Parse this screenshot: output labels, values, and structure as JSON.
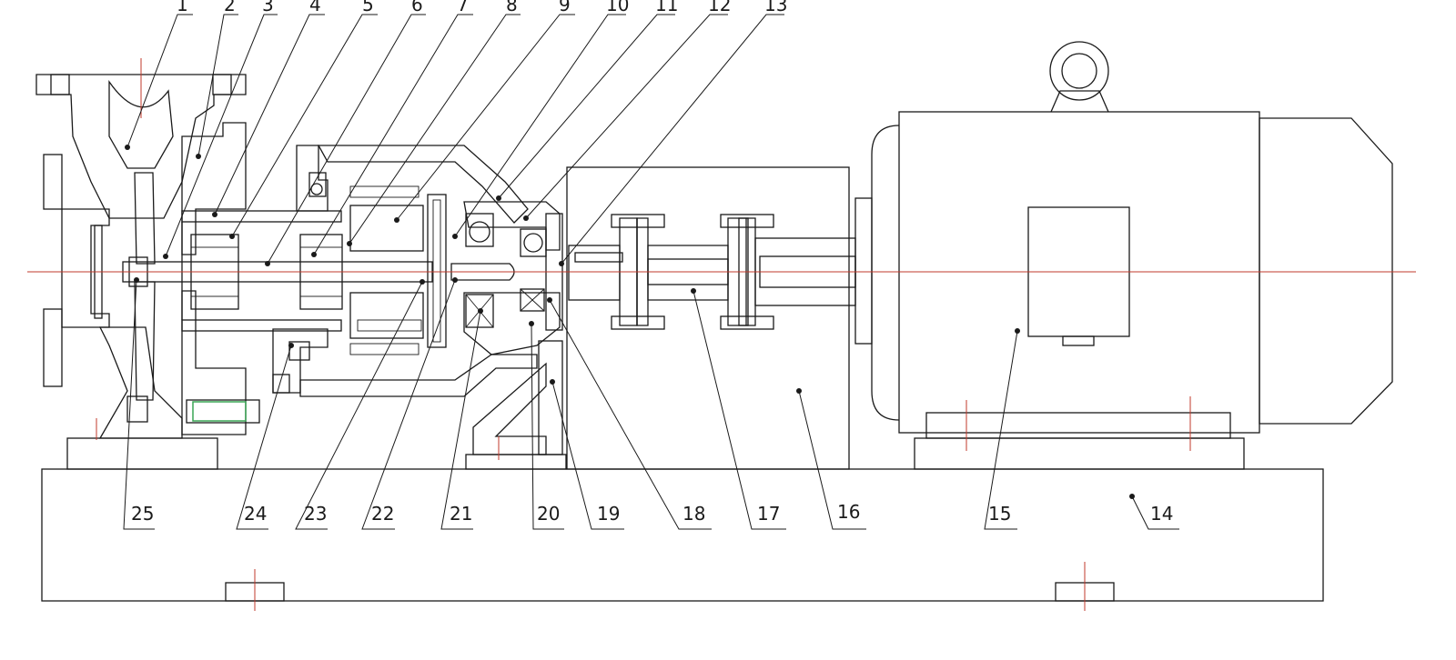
{
  "diagram": {
    "axis_color": "#c0392b",
    "line_color": "#1a1a1a",
    "seal_color": "#f4b9a3",
    "bolt_accent_color": "#3aa655",
    "top_labels": [
      "1",
      "2",
      "3",
      "4",
      "5",
      "6",
      "7",
      "8",
      "9",
      "10",
      "11",
      "12",
      "13"
    ],
    "bottom_labels": [
      "25",
      "24",
      "23",
      "22",
      "21",
      "20",
      "19",
      "18",
      "17",
      "16",
      "15",
      "14"
    ]
  }
}
